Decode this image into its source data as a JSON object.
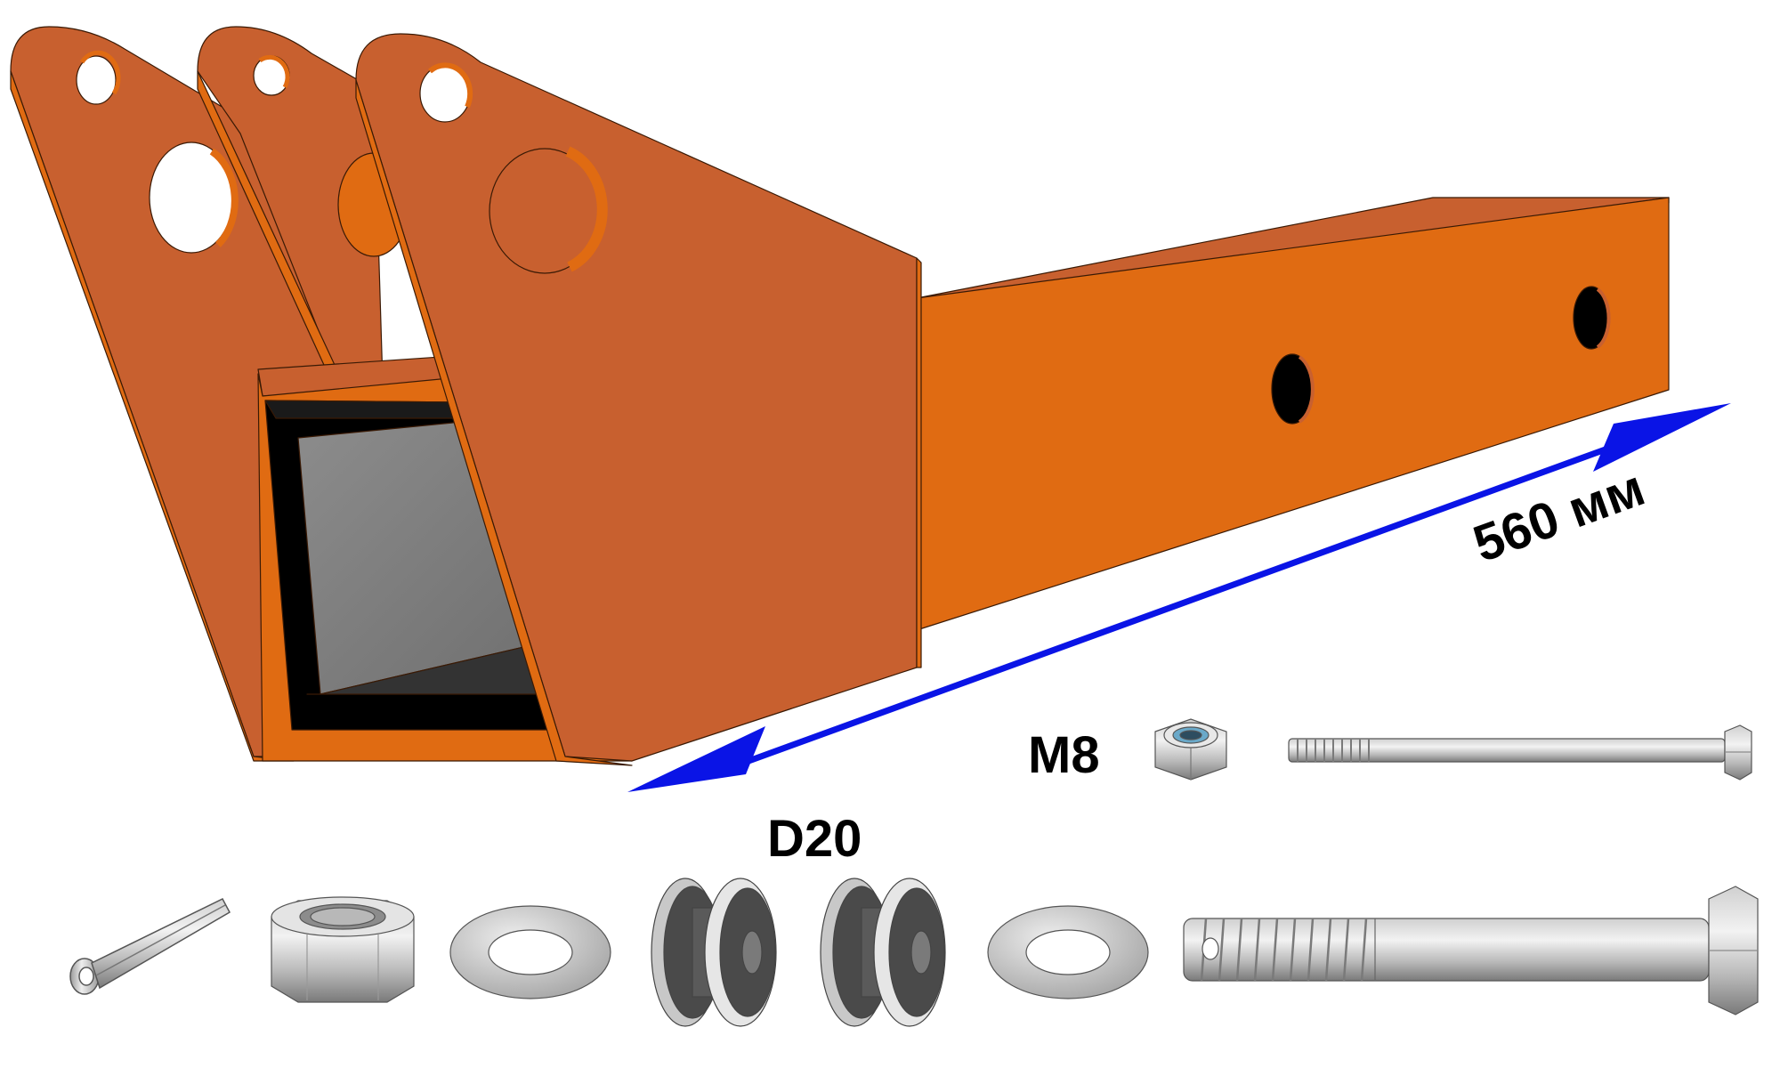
{
  "diagram": {
    "dimension_label": "560 мм",
    "bolt_small_label": "M8",
    "roller_label": "D20"
  },
  "colors": {
    "frame_light": "#c8602f",
    "frame_side": "#e06b12",
    "arrow": "#0a14e6",
    "cavity_dark": "#000000",
    "cavity_gray": "#808080",
    "metal_light": "#e6e6e6",
    "metal_dark": "#8a8a8a"
  },
  "parts": [
    {
      "name": "frame",
      "icon": "bracket-frame-icon"
    },
    {
      "name": "cotter-pin",
      "icon": "cotter-pin-icon"
    },
    {
      "name": "hex-nut-large",
      "icon": "hex-nut-icon"
    },
    {
      "name": "washer-left",
      "icon": "washer-icon"
    },
    {
      "name": "roller-1",
      "icon": "roller-icon"
    },
    {
      "name": "roller-2",
      "icon": "roller-icon"
    },
    {
      "name": "washer-right",
      "icon": "washer-icon"
    },
    {
      "name": "bolt-large",
      "icon": "bolt-icon"
    },
    {
      "name": "lock-nut-m8",
      "icon": "lock-nut-icon"
    },
    {
      "name": "bolt-m8",
      "icon": "bolt-icon"
    }
  ]
}
